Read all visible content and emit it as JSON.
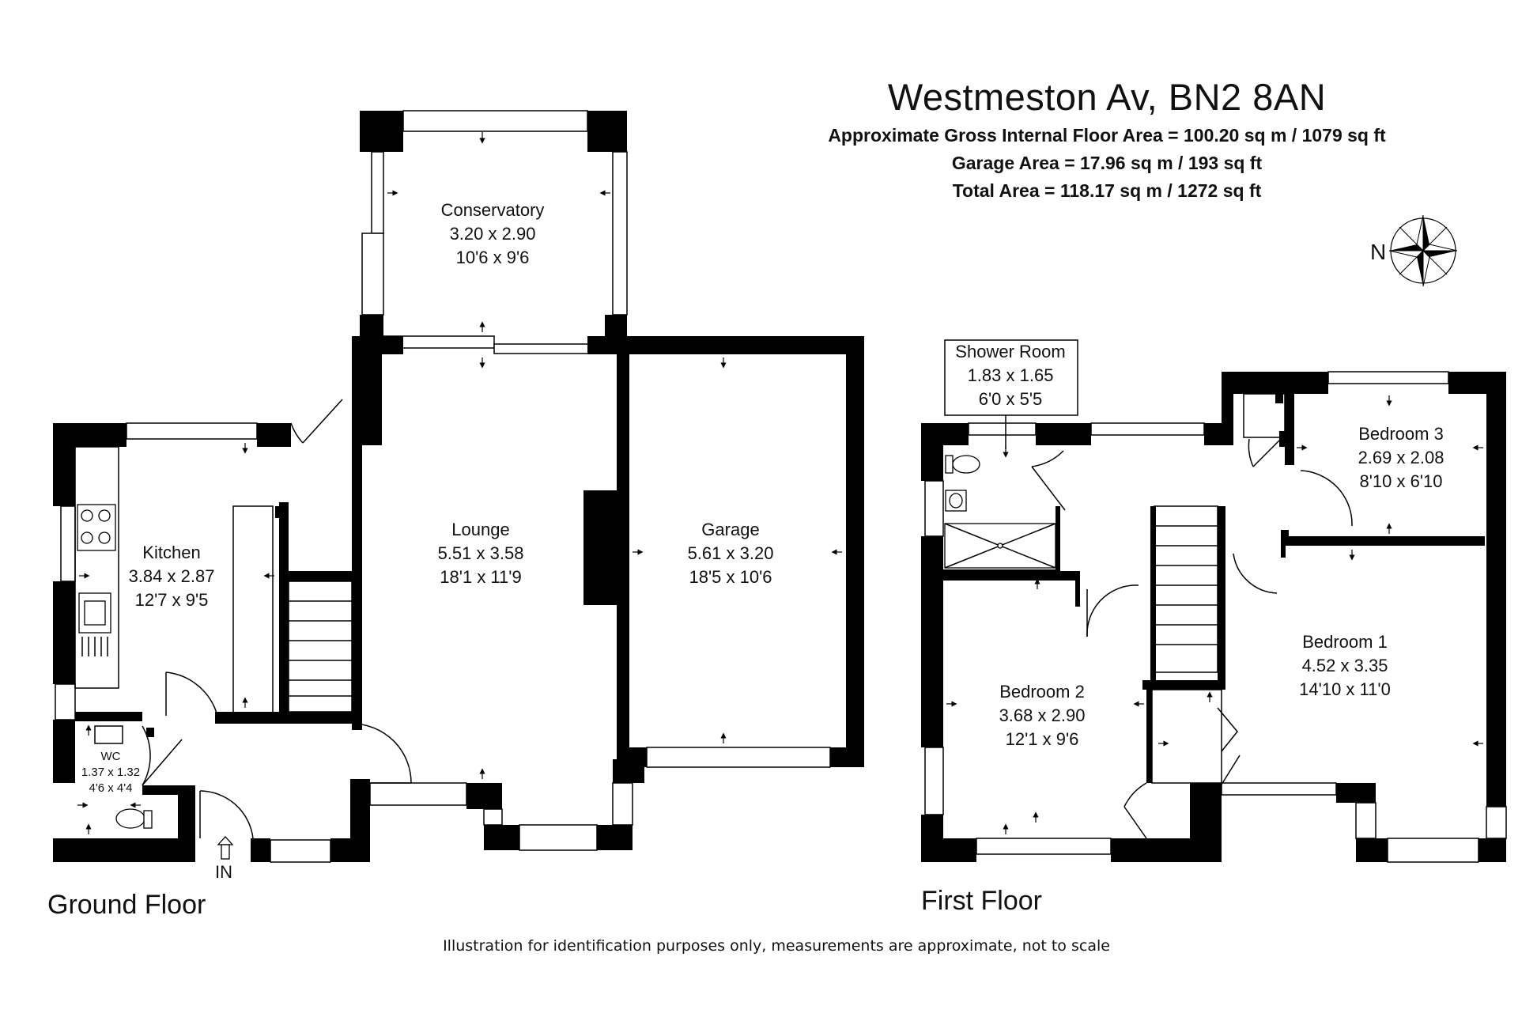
{
  "header": {
    "title": "Westmeston Av, BN2 8AN",
    "gross_area": "Approximate Gross Internal Floor Area = 100.20 sq m / 1079 sq ft",
    "garage_area": "Garage Area = 17.96 sq m / 193 sq ft",
    "total_area": "Total Area = 118.17 sq m / 1272 sq ft"
  },
  "compass": {
    "label": "N"
  },
  "ground_floor": {
    "label": "Ground Floor",
    "entrance": "IN",
    "rooms": [
      {
        "name": "Conservatory",
        "metric": "3.20 x 2.90",
        "imperial": "10'6 x 9'6"
      },
      {
        "name": "Lounge",
        "metric": "5.51 x 3.58",
        "imperial": "18'1 x 11'9"
      },
      {
        "name": "Garage",
        "metric": "5.61 x 3.20",
        "imperial": "18'5 x 10'6"
      },
      {
        "name": "Kitchen",
        "metric": "3.84 x 2.87",
        "imperial": "12'7 x 9'5"
      },
      {
        "name": "WC",
        "metric": "1.37 x 1.32",
        "imperial": "4'6 x 4'4"
      }
    ]
  },
  "first_floor": {
    "label": "First Floor",
    "rooms": [
      {
        "name": "Shower Room",
        "metric": "1.83 x 1.65",
        "imperial": "6'0 x 5'5"
      },
      {
        "name": "Bedroom 3",
        "metric": "2.69 x 2.08",
        "imperial": "8'10 x 6'10"
      },
      {
        "name": "Bedroom 2",
        "metric": "3.68 x 2.90",
        "imperial": "12'1 x 9'6"
      },
      {
        "name": "Bedroom 1",
        "metric": "4.52 x 3.35",
        "imperial": "14'10 x 11'0"
      }
    ]
  },
  "disclaimer": "Illustration for identification purposes only, measurements are approximate, not to scale"
}
